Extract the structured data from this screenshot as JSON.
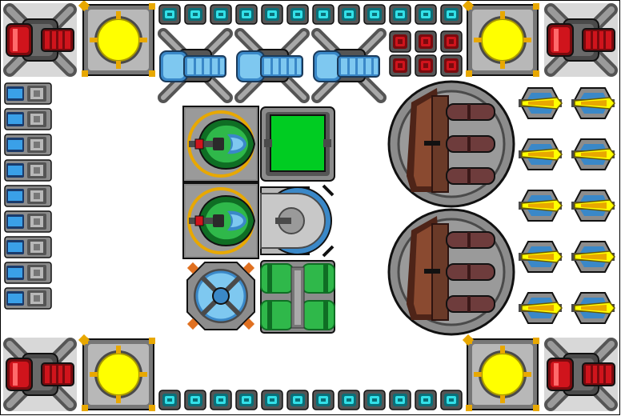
{
  "sheet": {
    "background": "#ffffff",
    "palette": {
      "metal_light": "#b8b8b8",
      "metal_mid": "#8c8c8c",
      "metal_dark": "#4a4a4a",
      "outline": "#1a1a1a",
      "cyan_light": "#33e0e8",
      "cyan_dark": "#0a6f78",
      "red": "#d0141c",
      "red_dark": "#7a0a0e",
      "yellow": "#ffff00",
      "amber": "#e8a800",
      "blue_light": "#7ec8f0",
      "blue_mid": "#3a88c8",
      "green": "#2fb84a",
      "green_dark": "#0f6e24",
      "green_screen": "#00cc22",
      "brown": "#8a4a30",
      "brown_dark": "#4e2418",
      "barrel": "#6e3c3c",
      "orange": "#e07020"
    },
    "sprites": [
      {
        "kind": "red-cannon-turret-icon",
        "count": 4
      },
      {
        "kind": "yellow-dome-reactor-icon",
        "count": 4
      },
      {
        "kind": "cyan-light-tile-icon",
        "count": 24
      },
      {
        "kind": "red-light-tile-icon",
        "count": 6
      },
      {
        "kind": "blue-gatling-turret-icon",
        "count": 3
      },
      {
        "kind": "blue-battery-cell-icon",
        "count": 9
      },
      {
        "kind": "green-fighter-hull-icon",
        "count": 2
      },
      {
        "kind": "green-screen-monitor-icon",
        "count": 1
      },
      {
        "kind": "dome-radar-module-icon",
        "count": 1
      },
      {
        "kind": "octagon-fan-vent-icon",
        "count": 1
      },
      {
        "kind": "green-fuel-tank-icon",
        "count": 1
      },
      {
        "kind": "triple-barrel-heavy-turret-icon",
        "count": 2
      },
      {
        "kind": "yellow-missile-pod-icon",
        "count": 10
      }
    ]
  }
}
